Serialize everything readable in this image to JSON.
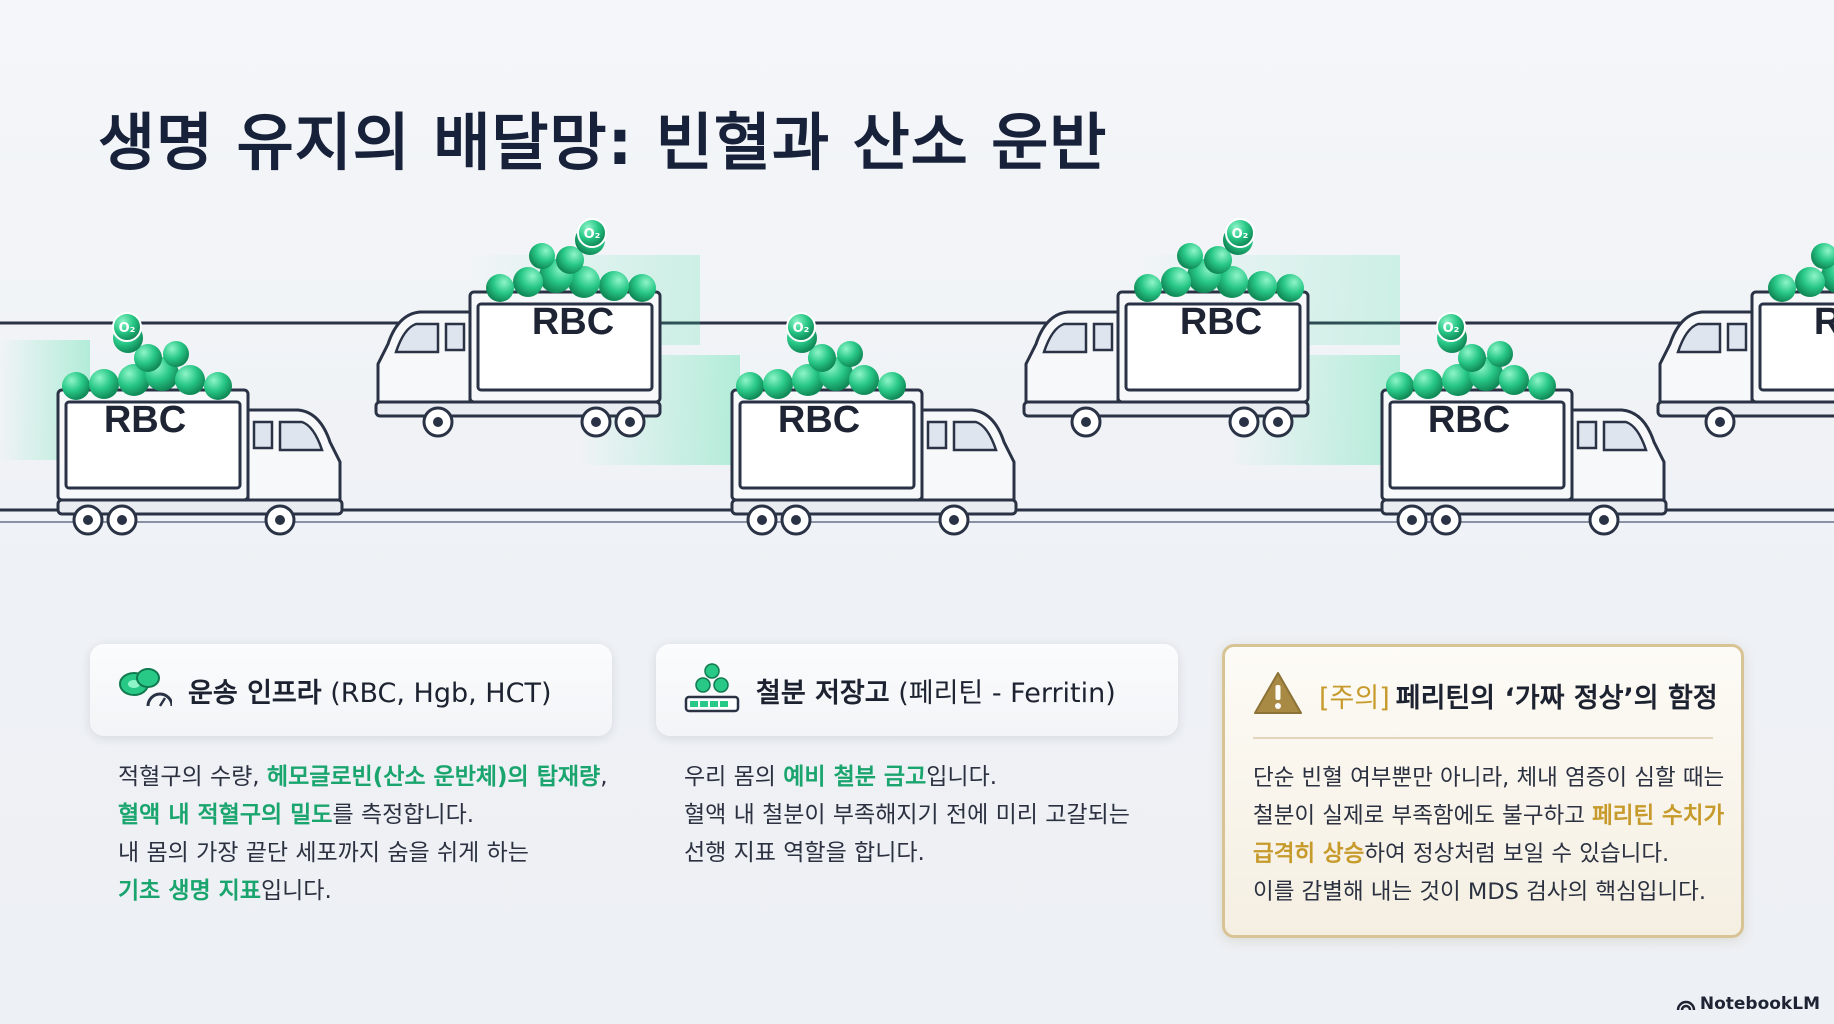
{
  "title": "생명 유지의 배달망: 빈혈과 산소 운반",
  "trucks": {
    "label": "RBC",
    "oxygen_label": "O₂"
  },
  "card1": {
    "icon": "red-blood-cell-gauge-icon",
    "title_bold": "운송 인프라",
    "title_rest": " (RBC, Hgb, HCT)",
    "line1_a": "적혈구의 수량, ",
    "line1_hl": "헤모글로빈(산소 운반체)의 탑재량",
    "line1_b": ",",
    "line2_hl": "혈액 내 적혈구의 밀도",
    "line2_b": "를 측정합니다.",
    "line3": "내 몸의 가장 끝단 세포까지 숨을 쉬게 하는",
    "line4_hl": "기초 생명 지표",
    "line4_b": "입니다."
  },
  "card2": {
    "icon": "iron-storage-icon",
    "title_bold": "철분 저장고",
    "title_rest": " (페리틴 - Ferritin)",
    "line1_a": "우리 몸의 ",
    "line1_hl": "예비 철분 금고",
    "line1_b": "입니다.",
    "line2": "혈액 내 철분이 부족해지기 전에 미리 고갈되는",
    "line3": "선행 지표 역할을 합니다."
  },
  "warning": {
    "icon": "warning-triangle-icon",
    "tag": "[주의]",
    "title": "페리틴의 ‘가짜 정상’의 함정",
    "line1": "단순 빈혈 여부뿐만 아니라, 체내 염증이 심할 때는",
    "line2_a": "철분이 실제로 부족함에도 불구하고 ",
    "line2_hl": "페리틴 수치가",
    "line3_hl": "급격히 상승",
    "line3_b": "하여 정상처럼 보일 수 있습니다.",
    "line4": "이를 감별해 내는 것이 MDS 검사의 핵심입니다."
  },
  "brand": "NotebookLM",
  "colors": {
    "green": "#1aa56e",
    "gold": "#c79a2c",
    "navy": "#17213a"
  }
}
